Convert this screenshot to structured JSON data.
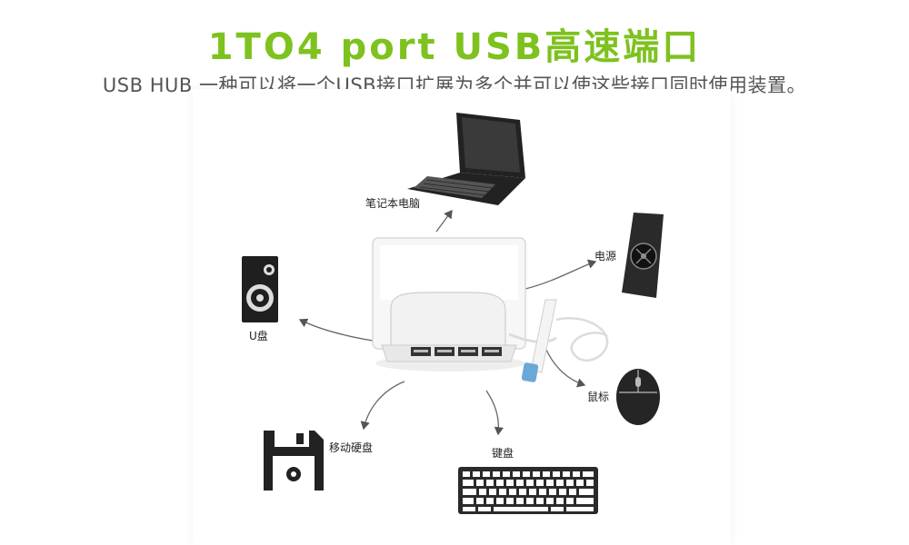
{
  "header": {
    "title": "1TO4 port USB高速端口",
    "subtitle": "USB HUB 一种可以将一个USB接口扩展为多个并可以使这些接口同时使用装置。"
  },
  "devices": {
    "laptop": "笔记本电脑",
    "power": "电源",
    "udisk": "U盘",
    "mouse": "鼠标",
    "floppy": "移动硬盘",
    "keyboard": "键盘"
  },
  "colors": {
    "title_green": "#7dc21e",
    "icon_dark": "#222222",
    "hub_white": "#f4f4f4"
  }
}
